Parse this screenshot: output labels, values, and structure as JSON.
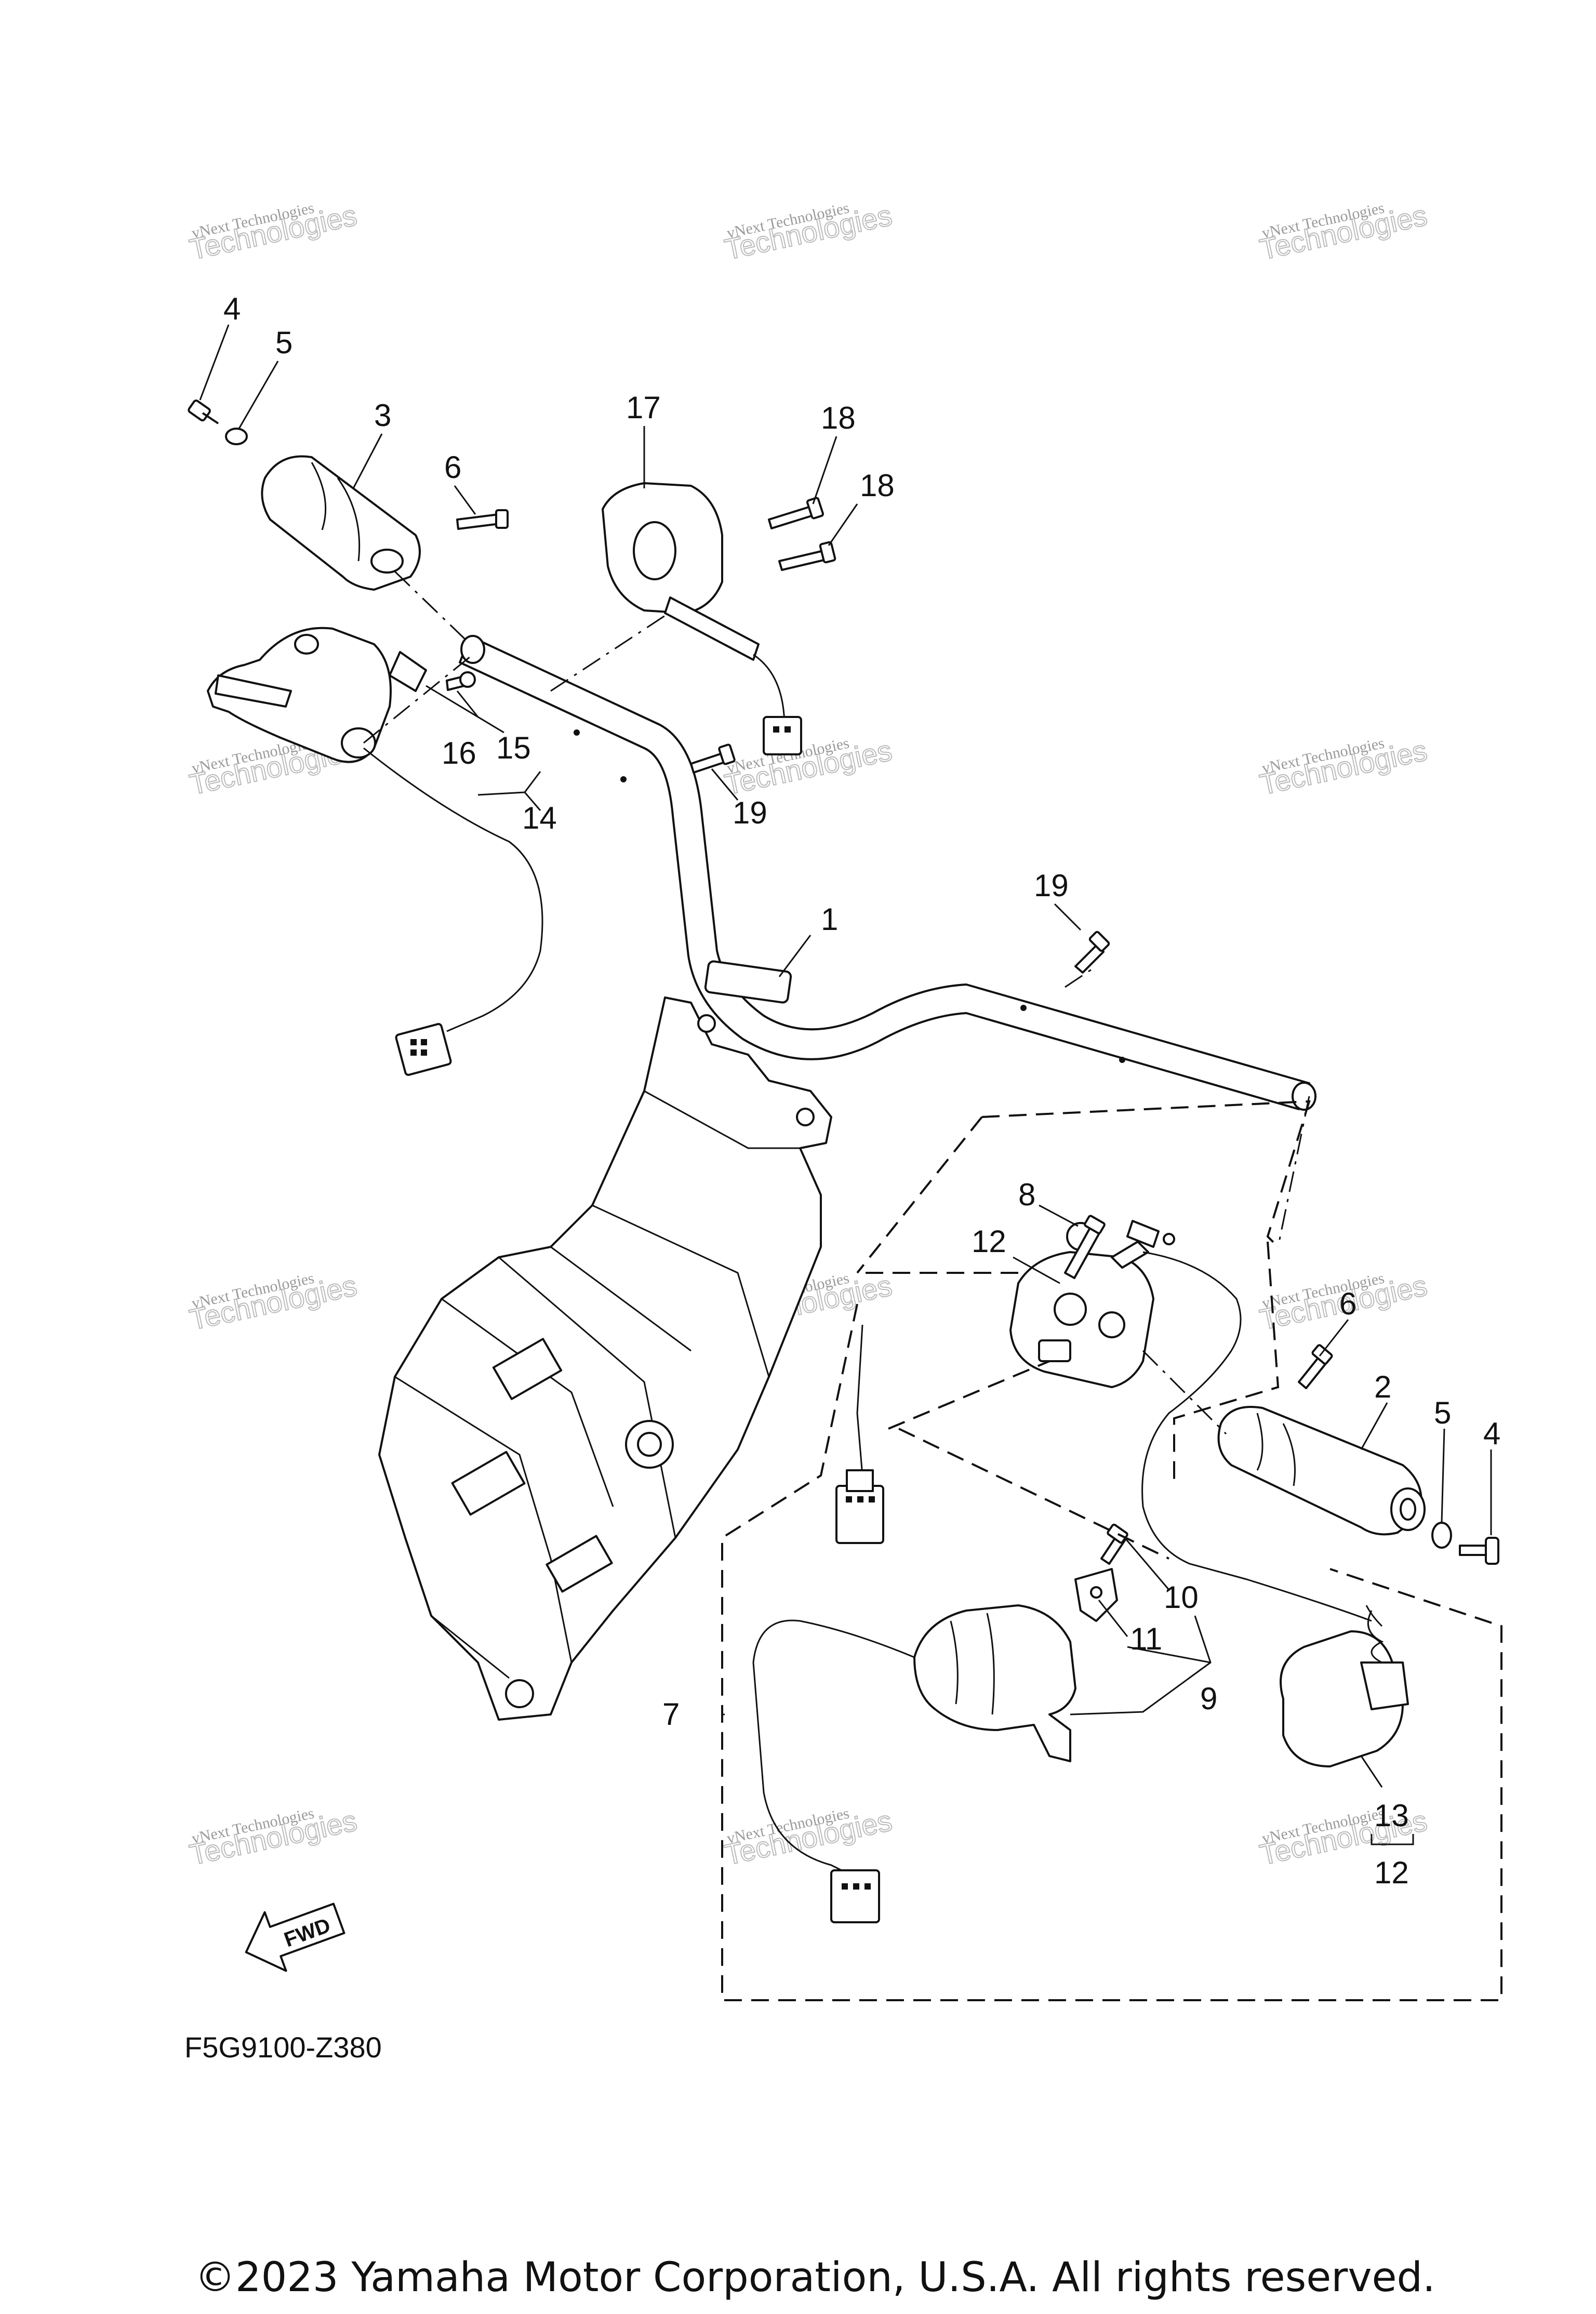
{
  "diagram_code": "F5G9100-Z380",
  "copyright": "©2023 Yamaha Motor Corporation, U.S.A. All rights reserved.",
  "fwd_arrow_label": "FWD",
  "watermark": {
    "line1": "vNext Technologies",
    "line2": "Technologies",
    "overlay": "vNext"
  },
  "callouts": {
    "c1": "1",
    "c2": "2",
    "c3": "3",
    "c4_left": "4",
    "c4_right": "4",
    "c5_left": "5",
    "c5_right": "5",
    "c6_left": "6",
    "c6_right": "6",
    "c7": "7",
    "c8": "8",
    "c9": "9",
    "c10": "10",
    "c11": "11",
    "c12_top": "12",
    "c12_bottom": "12",
    "c13": "13",
    "c14": "14",
    "c15": "15",
    "c16": "16",
    "c17": "17",
    "c18_a": "18",
    "c18_b": "18",
    "c19_a": "19",
    "c19_b": "19"
  }
}
